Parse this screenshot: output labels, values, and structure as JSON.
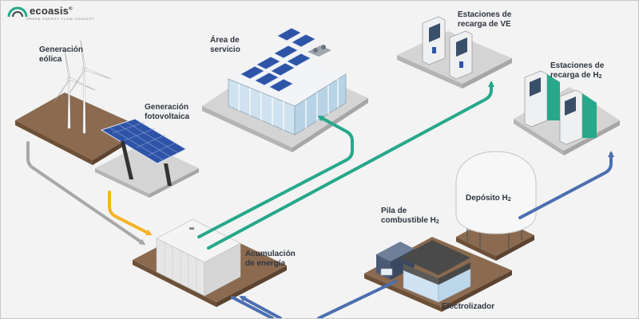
{
  "brand": {
    "name": "ecoasis",
    "tagline": "GREEN ENERGY FLOW CONCEPT",
    "trademark": "®"
  },
  "labels": {
    "eolica": [
      "Generación",
      "eólica"
    ],
    "fotovoltaica": [
      "Generación",
      "fotovoltaica"
    ],
    "servicio": [
      "Área de",
      "servicio"
    ],
    "recarga_ve": [
      "Estaciones de",
      "recarga de "
    ],
    "recarga_ve_bold": "VE",
    "recarga_h2": [
      "Estaciones de",
      "recarga de H"
    ],
    "h2_sub": "2",
    "deposito": "Depósito H",
    "pila": [
      "Pila de",
      "combustible H"
    ],
    "acumulacion": [
      "Acumulación",
      "de energía"
    ],
    "electrolizador": "Electrolizador"
  },
  "colors": {
    "wind_flow": "#a8a8a8",
    "solar_flow": "#f5b324",
    "electric_flow": "#27a88a",
    "hydrogen_flow": "#4b6fb0",
    "platform": "#8b6a4f",
    "panel": "#2e54a8",
    "ground_tile": "#d4d4d4"
  }
}
